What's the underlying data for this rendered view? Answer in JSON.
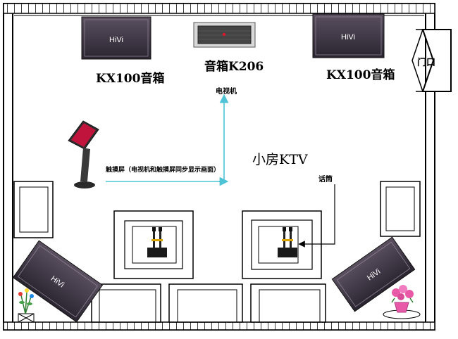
{
  "room": {
    "title": "小房KTV"
  },
  "speakers": {
    "left_label": "KX100音箱",
    "right_label": "KX100音箱",
    "center_label": "音箱K206",
    "brand": "HiVi"
  },
  "devices": {
    "tv_label": "电视机",
    "touchscreen_label": "触摸屏（电视机和触摸屏同步显示画面）",
    "mic_label": "话筒"
  },
  "door": {
    "label": "门口"
  },
  "colors": {
    "wall": "#000000",
    "signal_line": "#4fc3d6",
    "speaker_body": "#3b3340",
    "kiosk_screen": "#c0143c",
    "flower_pink": "#e85aa8"
  }
}
